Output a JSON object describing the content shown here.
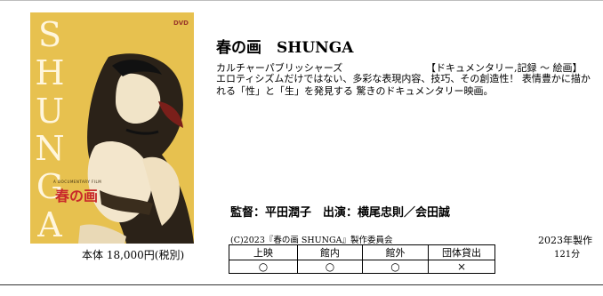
{
  "cover": {
    "title_letters": [
      "S",
      "H",
      "U",
      "N",
      "G",
      "A"
    ],
    "dvd_mark": "DVD",
    "kicker": "A DOCUMENTARY FILM",
    "japanese_title": "春の画",
    "background_color": "#e7c14f"
  },
  "product": {
    "title": "春の画　SHUNGA",
    "publisher": "カルチャーパブリッシャーズ",
    "genre": "【ドキュメンタリー,記録 ～ 絵画】",
    "description": "エロティシズムだけではない、多彩な表現内容、技巧、その創造性！ 表情豊かに描かれる「性」と「生」を発見する 驚きのドキュメンタリー映画。",
    "credits": "監督：平田潤子　出演：横尾忠則／会田誠",
    "copyright": "(C)2023『春の画 SHUNGA』製作委員会",
    "year": "2023年製作",
    "duration": "121分",
    "price": "本体 18,000円(税別)"
  },
  "usage_table": {
    "headers": [
      "上映",
      "館内",
      "館外",
      "団体貸出"
    ],
    "values": [
      "○",
      "○",
      "○",
      "×"
    ]
  }
}
